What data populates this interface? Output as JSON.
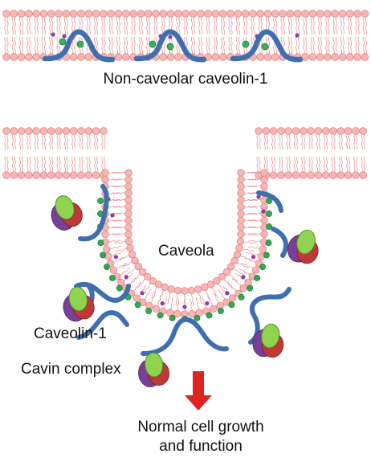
{
  "labels": {
    "non_caveolar": "Non-caveolar caveolin-1",
    "caveola": "Caveola",
    "caveolin": "Caveolin-1",
    "cavin_complex": "Cavin complex",
    "outcome_line1": "Normal cell growth",
    "outcome_line2": "and function"
  },
  "colors": {
    "lipid_head": "#f6b6b6",
    "lipid_head_stroke": "#e07a7a",
    "lipid_tail": "#e88a8a",
    "caveolin": "#3f6fb0",
    "cholesterol_green": "#2eaa4f",
    "lipid_purple": "#8e3c9e",
    "cavin_green": "#8fd34f",
    "cavin_red": "#c0393a",
    "cavin_purple": "#7a3f96",
    "arrow_red": "#e1231f"
  }
}
